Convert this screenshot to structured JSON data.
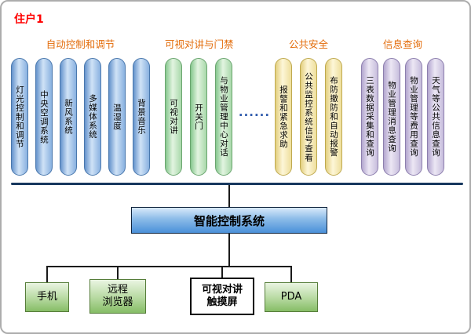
{
  "title": "住户1",
  "ellipsis": "......",
  "hub": {
    "label": "智能控制系统"
  },
  "groups": [
    {
      "label": "自动控制和调节",
      "color": "blue",
      "items": [
        "灯光控制和调节",
        "中央空调系统",
        "新风系统",
        "多媒体系统",
        "温湿度",
        "背景音乐"
      ]
    },
    {
      "label": "可视对讲与门禁",
      "color": "green",
      "items": [
        "可视对讲",
        "开关门",
        "与物业管理中心对话"
      ]
    },
    {
      "label": "公共安全",
      "color": "yellow",
      "items": [
        "报警和紧急求助",
        "公共监控系统信号查看",
        "布防撤防和自动报警"
      ]
    },
    {
      "label": "信息查询",
      "color": "purple",
      "items": [
        "三表数据采集和查询",
        "物业管理消息查询",
        "物业管理等费用查询",
        "天气等公共信息查询"
      ]
    }
  ],
  "terminals": [
    {
      "label": "手机",
      "style": "green"
    },
    {
      "label": "远程\n浏览器",
      "style": "green"
    },
    {
      "label": "可视对讲\n触摸屏",
      "style": "outlined"
    },
    {
      "label": "PDA",
      "style": "green"
    }
  ],
  "colors": {
    "title": "#ff0000",
    "group_label": "#e36c0a",
    "bus_line": "#17375e",
    "pill_blue": "#89b1e0",
    "pill_green": "#a8d8aa",
    "pill_yellow": "#eedf9c",
    "pill_purple": "#c6bcdc",
    "hub_blue": "#4a90d9",
    "terminal_green": "#86bd66"
  }
}
